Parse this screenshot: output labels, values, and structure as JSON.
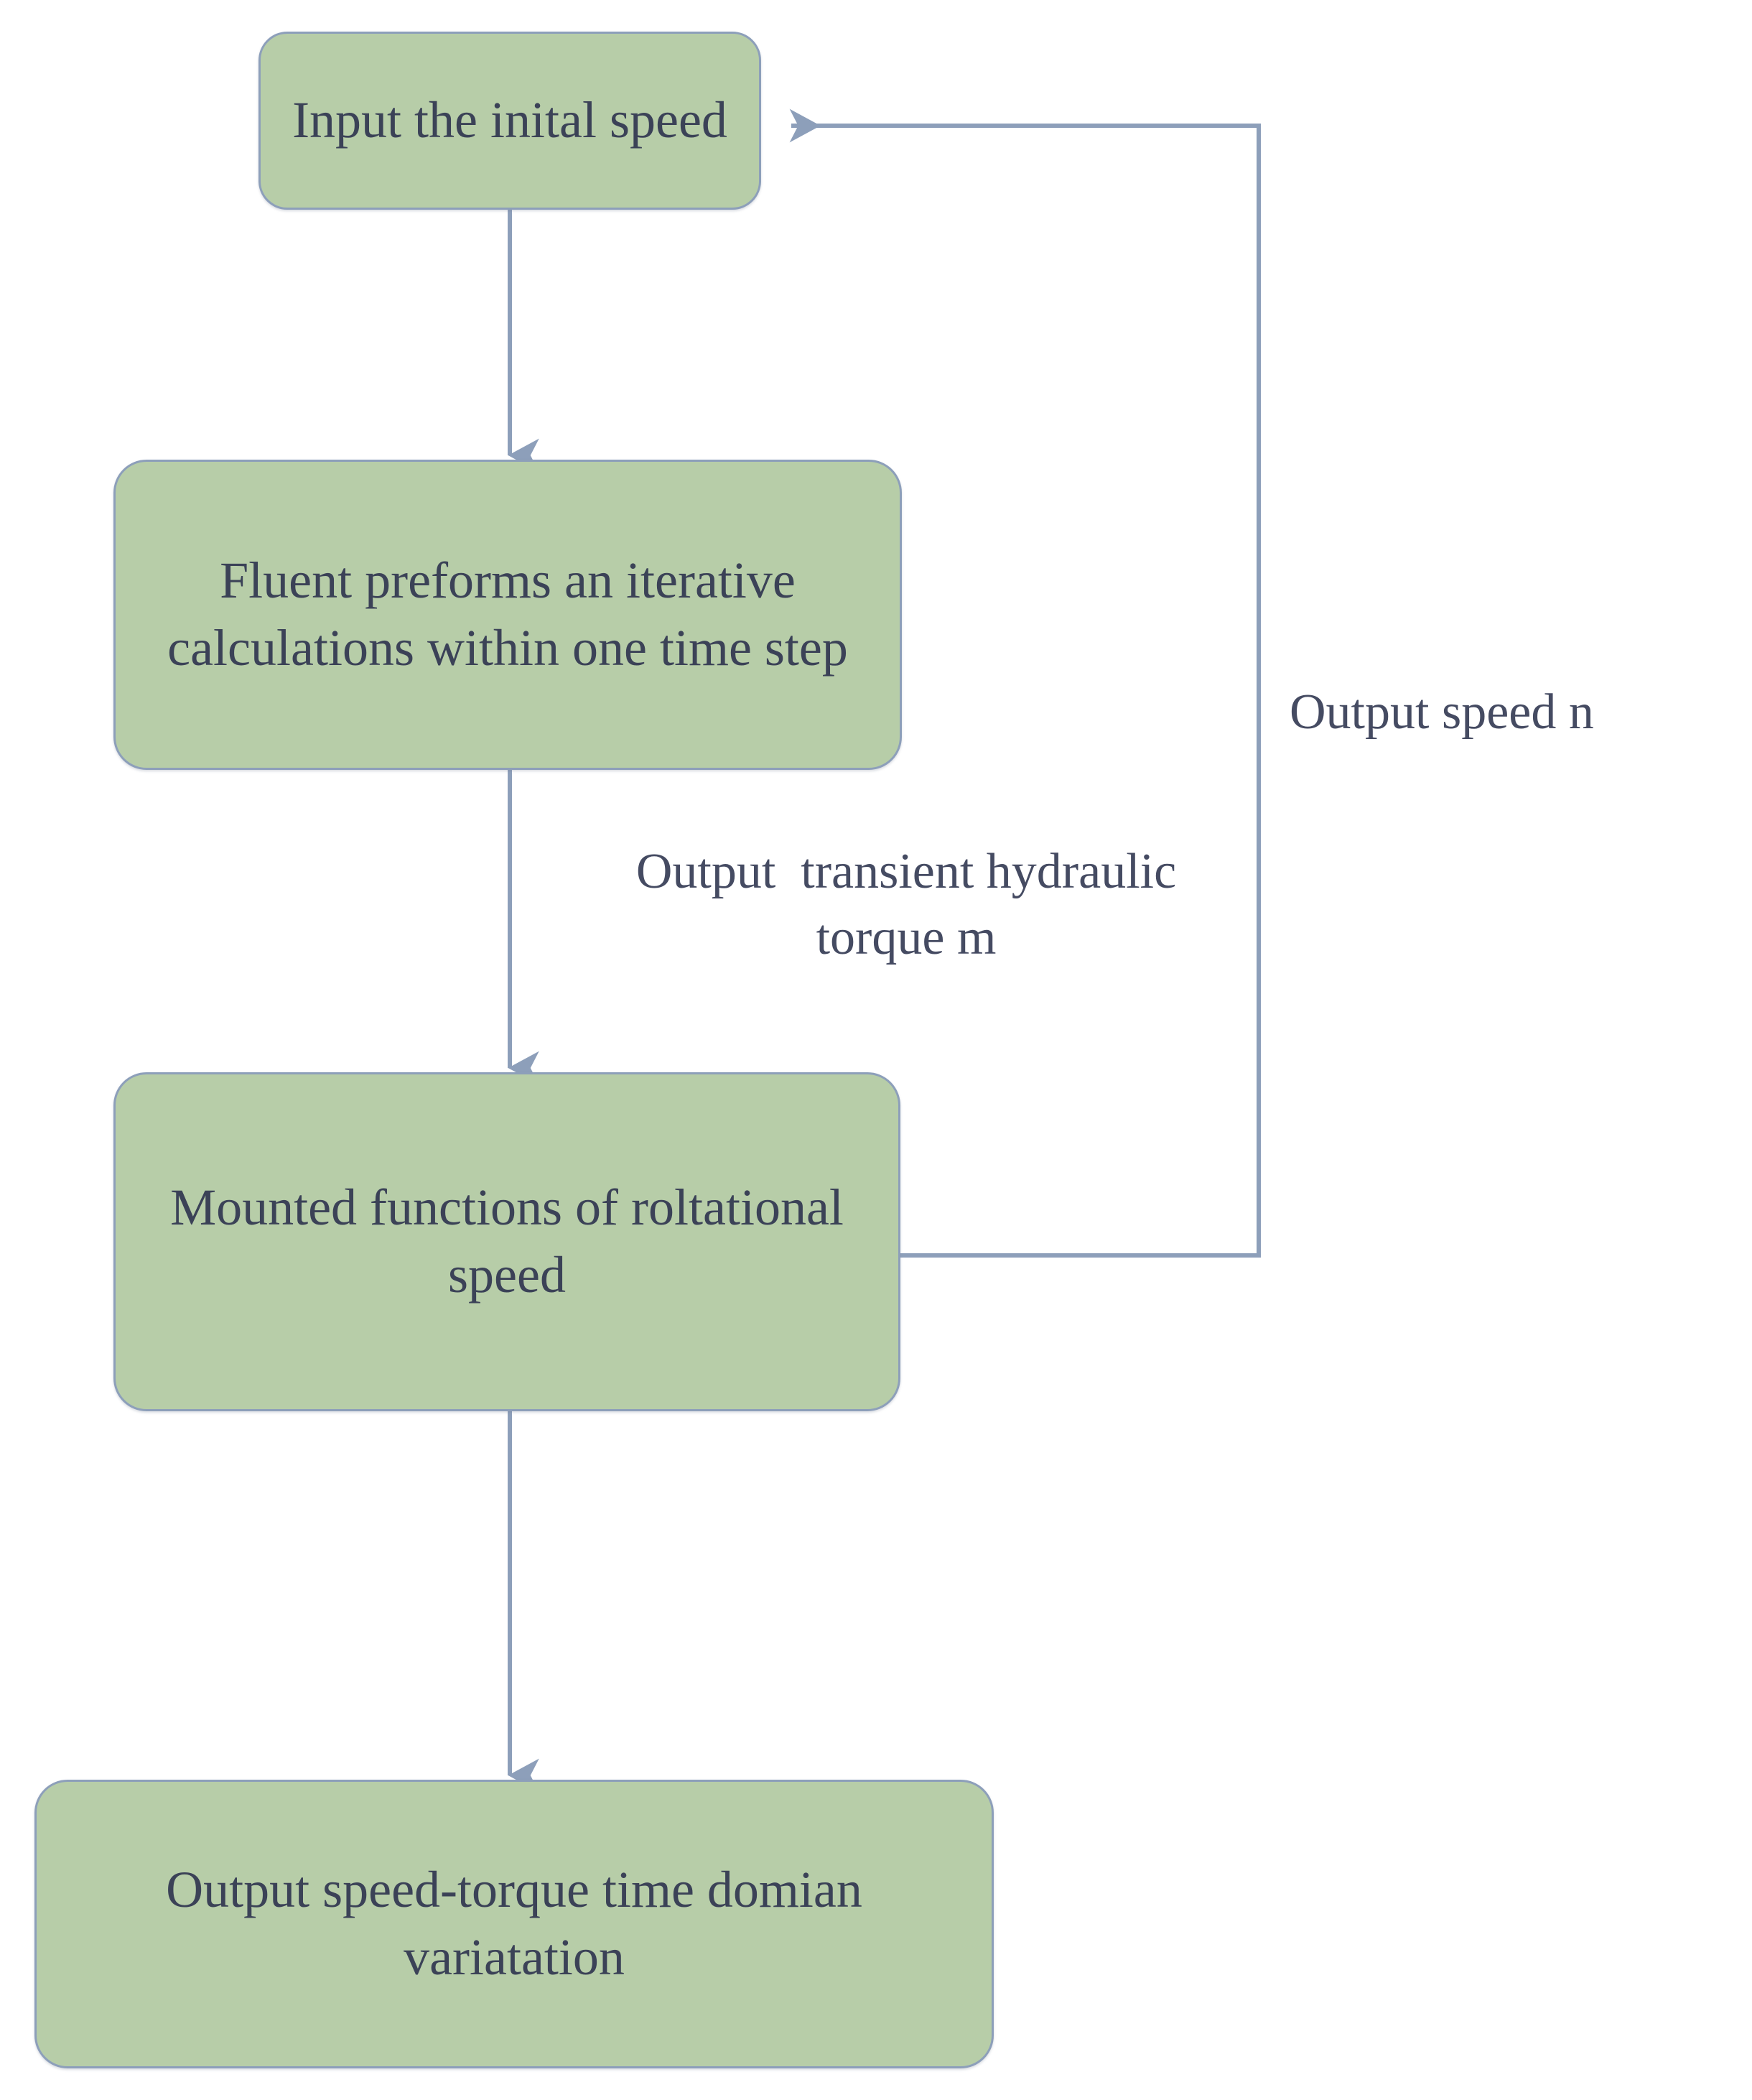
{
  "diagram": {
    "title": "CFD transient speed-torque simulation flowchart",
    "type": "flowchart",
    "colors": {
      "node_fill": "#b7cda8",
      "node_border": "#8d9fba",
      "connector": "#8d9fba",
      "text": "#3b4257",
      "background": "#ffffff"
    },
    "nodes": [
      {
        "id": "input",
        "text": "Input the inital speed",
        "shape": "rounded-rectangle"
      },
      {
        "id": "fluent",
        "text": "Fluent preforms an iterative calculations within one time step",
        "shape": "rounded-rectangle"
      },
      {
        "id": "mounted",
        "text": "Mounted functions of roltational speed",
        "shape": "rounded-rectangle"
      },
      {
        "id": "output",
        "text": "Output speed-torque time domian variatation",
        "shape": "rounded-rectangle"
      }
    ],
    "edge_labels": [
      {
        "id": "torque-label",
        "text": "Output  transient hydraulic torque m"
      },
      {
        "id": "speed-label",
        "text": "Output speed n"
      }
    ],
    "edges": [
      {
        "from": "input",
        "to": "fluent",
        "style": "straight-arrow-down"
      },
      {
        "from": "fluent",
        "to": "mounted",
        "style": "straight-arrow-down",
        "label": "Output  transient hydraulic torque m"
      },
      {
        "from": "mounted",
        "to": "output",
        "style": "straight-arrow-down"
      },
      {
        "from": "mounted",
        "to": "input",
        "style": "feedback-loop-right",
        "label": "Output speed n"
      }
    ]
  }
}
